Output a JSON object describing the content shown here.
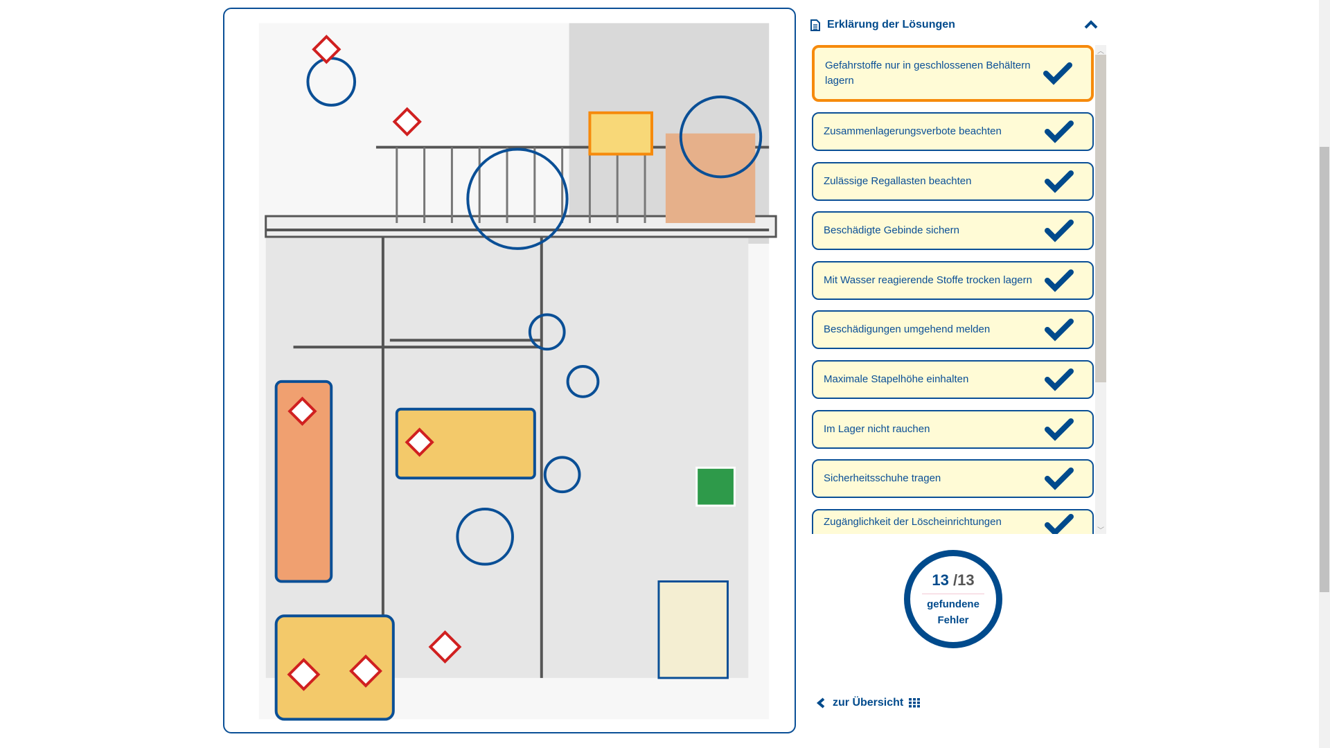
{
  "panel": {
    "title": "Erklärung der Lösungen",
    "items": [
      {
        "label": "Gefahrstoffe nur in geschlossenen Behältern lagern",
        "checked": true,
        "active": true
      },
      {
        "label": "Zusammenlagerungsverbote beachten",
        "checked": true
      },
      {
        "label": "Zulässige Regallasten beachten",
        "checked": true
      },
      {
        "label": "Beschädigte Gebinde sichern",
        "checked": true
      },
      {
        "label": "Mit Wasser reagierende Stoffe trocken lagern",
        "checked": true
      },
      {
        "label": "Beschädigungen umgehend melden",
        "checked": true
      },
      {
        "label": "Maximale Stapelhöhe einhalten",
        "checked": true
      },
      {
        "label": "Im Lager nicht rauchen",
        "checked": true
      },
      {
        "label": "Sicherheitsschuhe tragen",
        "checked": true
      },
      {
        "label": "Zugänglichkeit der Löscheinrichtungen",
        "checked": true
      }
    ]
  },
  "score": {
    "found": "13",
    "total": "/13",
    "label1": "gefundene",
    "label2": "Fehler"
  },
  "back_label": "zur Übersicht",
  "colors": {
    "primary": "#004a8c",
    "active": "#f68a0c",
    "item_bg": "#fffbd6"
  }
}
